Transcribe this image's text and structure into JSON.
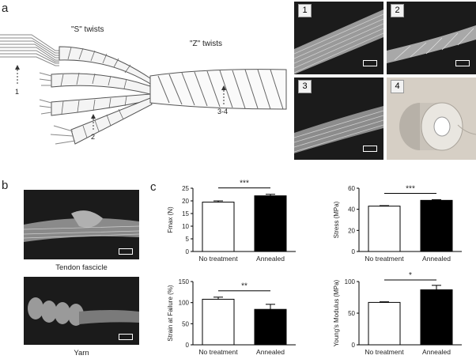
{
  "panels": {
    "a": {
      "label": "a",
      "s_twists": "\"S\" twists",
      "z_twists": "\"Z\" twists",
      "marker_1": "1",
      "marker_2": "2",
      "marker_34": "3-4",
      "micrographs": [
        "1",
        "2",
        "3",
        "4"
      ]
    },
    "b": {
      "label": "b",
      "caption_top": "Tendon fascicle",
      "caption_bottom": "Yarn"
    },
    "c": {
      "label": "c"
    }
  },
  "chart_data": [
    {
      "type": "bar",
      "categories": [
        "No treatment",
        "Annealed"
      ],
      "values": [
        19.5,
        22
      ],
      "errors": [
        0.5,
        0.6
      ],
      "ylabel": "Fmax (N)",
      "ylim": [
        0,
        25
      ],
      "yticks": [
        0,
        5,
        10,
        15,
        20,
        25
      ],
      "significance": "***",
      "colors": [
        "#ffffff",
        "#000000"
      ]
    },
    {
      "type": "bar",
      "categories": [
        "No treatment",
        "Annealed"
      ],
      "values": [
        43,
        48.5
      ],
      "errors": [
        0.5,
        0.6
      ],
      "ylabel": "Stress (MPa)",
      "ylim": [
        0,
        60
      ],
      "yticks": [
        0,
        20,
        40,
        60
      ],
      "significance": "***",
      "colors": [
        "#ffffff",
        "#000000"
      ]
    },
    {
      "type": "bar",
      "categories": [
        "No treatment",
        "Annealed"
      ],
      "values": [
        108,
        84
      ],
      "errors": [
        5,
        12
      ],
      "ylabel": "Strain at Failure (%)",
      "ylim": [
        0,
        150
      ],
      "yticks": [
        0,
        50,
        100,
        150
      ],
      "significance": "**",
      "colors": [
        "#ffffff",
        "#000000"
      ]
    },
    {
      "type": "bar",
      "categories": [
        "No treatment",
        "Annealed"
      ],
      "values": [
        67,
        87
      ],
      "errors": [
        1,
        7
      ],
      "ylabel": "Young's Modulus (MPa)",
      "ylim": [
        0,
        100
      ],
      "yticks": [
        0,
        50,
        100
      ],
      "significance": "*",
      "colors": [
        "#ffffff",
        "#000000"
      ]
    }
  ]
}
